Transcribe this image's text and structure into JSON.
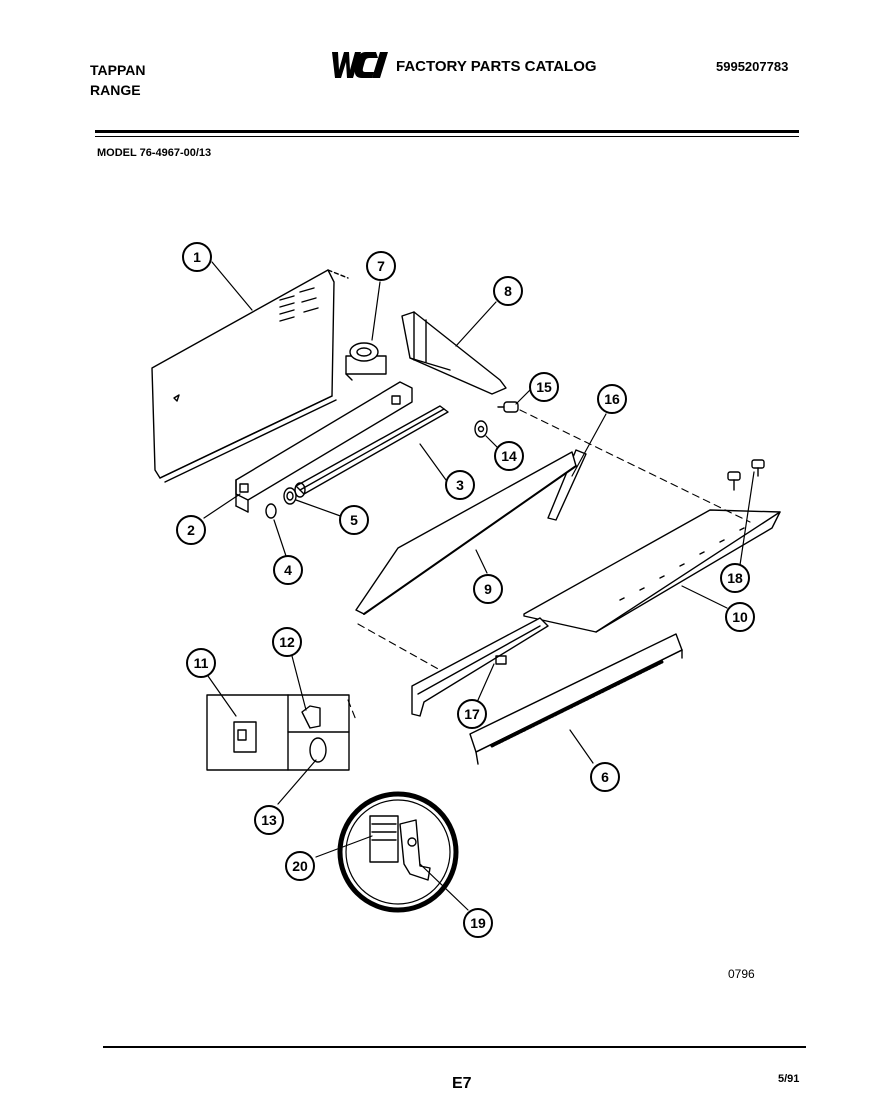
{
  "header": {
    "brand_line1": "TAPPAN",
    "brand_line2": "RANGE",
    "logo_text": "WCI",
    "catalog_title": "FACTORY PARTS CATALOG",
    "catalog_number": "5995207783",
    "model_line": "MODEL 76-4967-00/13"
  },
  "diagram": {
    "callouts": [
      "1",
      "2",
      "3",
      "4",
      "5",
      "6",
      "7",
      "8",
      "9",
      "10",
      "11",
      "12",
      "13",
      "14",
      "15",
      "16",
      "17",
      "18",
      "19",
      "20"
    ]
  },
  "footer": {
    "drawing_code": "0796",
    "page_code": "E7",
    "date_code": "5/91"
  },
  "colors": {
    "ink": "#000000",
    "paper": "#ffffff"
  }
}
